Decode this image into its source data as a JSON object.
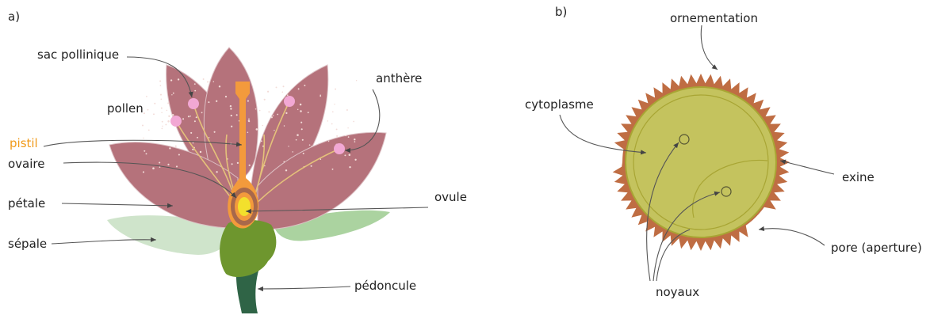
{
  "panels": {
    "a": "a)",
    "b": "b)"
  },
  "flower_labels": {
    "sac_pollinique": "sac pollinique",
    "pollen": "pollen",
    "antheres": "anthère",
    "pistil": "pistil",
    "ovaire": "ovaire",
    "petale": "pétale",
    "sepale": "sépale",
    "ovule": "ovule",
    "pedoncule": "pédoncule"
  },
  "grain_labels": {
    "ornementation": "ornementation",
    "cytoplasme": "cytoplasme",
    "exine": "exine",
    "pore": "pore (aperture)",
    "noyaux": "noyaux"
  },
  "colors": {
    "petal": "#b5727b",
    "petal_stroke": "#d9b7bb",
    "sepal": "#c9e0c5",
    "sepal_dark": "#a8d09d",
    "receptacle": "#6e962e",
    "peduncle": "#2f6446",
    "pistil": "#f39a3c",
    "ovary_ring": "#a8684b",
    "ovule": "#f3e02c",
    "anther": "#f0a5d3",
    "filament": "#e4c17a",
    "pistil_label": "#f09a1a",
    "exine": "#bf6d43",
    "cytoplasm": "#c4c35e",
    "cytoplasm_line": "#a8a534"
  }
}
